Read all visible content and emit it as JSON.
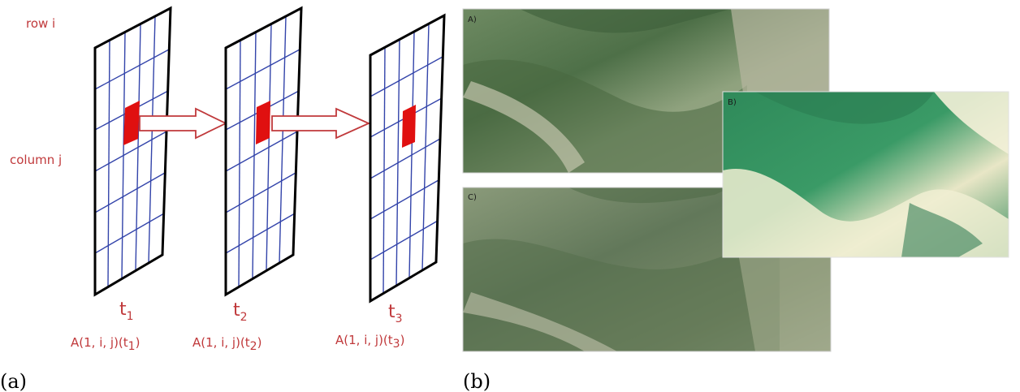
{
  "panel_a": {
    "row_label": "row i",
    "column_label": "column j",
    "frames": [
      {
        "t_base": "t",
        "t_sub": "1",
        "formula_pre": "A(1, i, j)(t",
        "formula_sub": "1",
        "formula_post": ")"
      },
      {
        "t_base": "t",
        "t_sub": "2",
        "formula_pre": "A(1, i, j)(t",
        "formula_sub": "2",
        "formula_post": ")"
      },
      {
        "t_base": "t",
        "t_sub": "3",
        "formula_pre": "A(1, i, j)(t",
        "formula_sub": "3",
        "formula_post": ")"
      }
    ],
    "caption": "(a)"
  },
  "panel_b": {
    "images": [
      {
        "tag": "A)"
      },
      {
        "tag": "B)"
      },
      {
        "tag": "C)"
      }
    ],
    "caption": "(b)"
  },
  "colors": {
    "annotation": "#c0393b",
    "grid_line": "#3344aa",
    "frame": "#000000",
    "highlight_cell": "#e01010",
    "arrow": "#c0393b"
  }
}
